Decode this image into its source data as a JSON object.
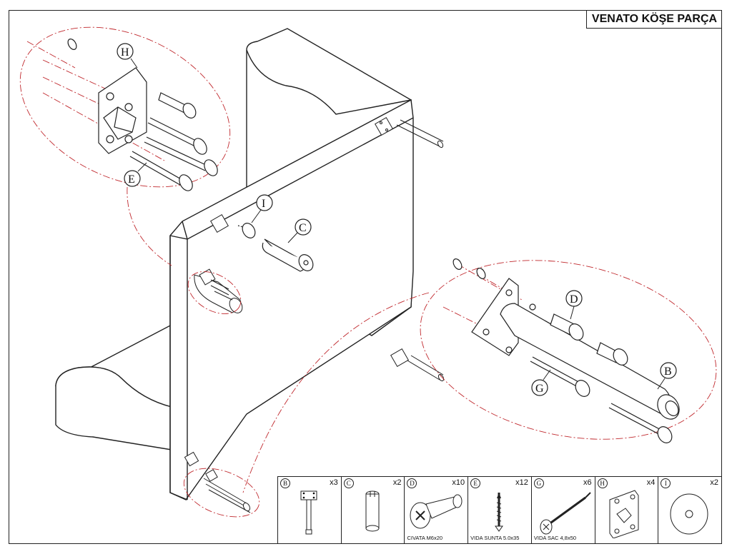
{
  "title": "VENATO KÖŞE PARÇA",
  "callouts": {
    "H": "H",
    "E": "E",
    "I": "I",
    "C": "C",
    "D": "D",
    "B": "B",
    "G": "G"
  },
  "legend": [
    {
      "letter": "B",
      "qty": "x3",
      "caption": "",
      "icon": "leg-with-plate-icon"
    },
    {
      "letter": "C",
      "qty": "x2",
      "caption": "",
      "icon": "leg-foot-icon"
    },
    {
      "letter": "D",
      "qty": "x10",
      "caption": "CIVATA M6x20",
      "icon": "bolt-icon"
    },
    {
      "letter": "E",
      "qty": "x12",
      "caption": "VIDA SUNTA 5.0x35",
      "icon": "chipboard-screw-icon"
    },
    {
      "letter": "G",
      "qty": "x6",
      "caption": "VIDA SAC 4,8x50",
      "icon": "sheet-screw-icon"
    },
    {
      "letter": "H",
      "qty": "x4",
      "caption": "",
      "icon": "corner-bracket-icon"
    },
    {
      "letter": "I",
      "qty": "x2",
      "caption": "",
      "icon": "washer-disc-icon"
    }
  ]
}
